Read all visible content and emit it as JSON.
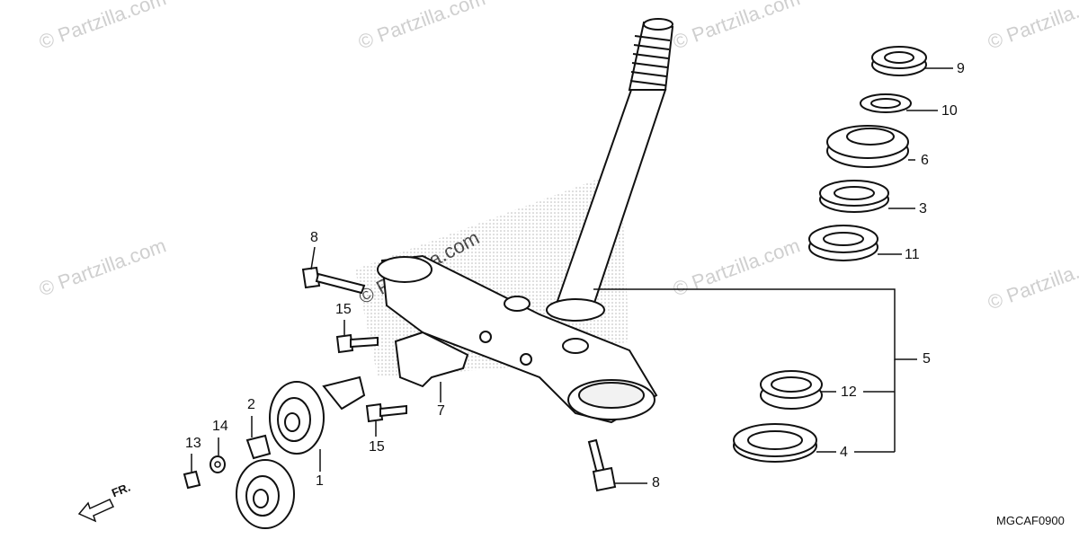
{
  "diagram": {
    "diagram_code": "MGCAF0900",
    "front_indicator": "FR.",
    "watermark": "© Partzilla.com",
    "callouts": [
      {
        "id": "c1",
        "label": "1"
      },
      {
        "id": "c2",
        "label": "2"
      },
      {
        "id": "c3",
        "label": "3"
      },
      {
        "id": "c4",
        "label": "4"
      },
      {
        "id": "c5",
        "label": "5"
      },
      {
        "id": "c6",
        "label": "6"
      },
      {
        "id": "c7",
        "label": "7"
      },
      {
        "id": "c8a",
        "label": "8"
      },
      {
        "id": "c8b",
        "label": "8"
      },
      {
        "id": "c9",
        "label": "9"
      },
      {
        "id": "c10",
        "label": "10"
      },
      {
        "id": "c11",
        "label": "11"
      },
      {
        "id": "c12",
        "label": "12"
      },
      {
        "id": "c13",
        "label": "13"
      },
      {
        "id": "c14",
        "label": "14"
      },
      {
        "id": "c15a",
        "label": "15"
      },
      {
        "id": "c15b",
        "label": "15"
      }
    ]
  }
}
